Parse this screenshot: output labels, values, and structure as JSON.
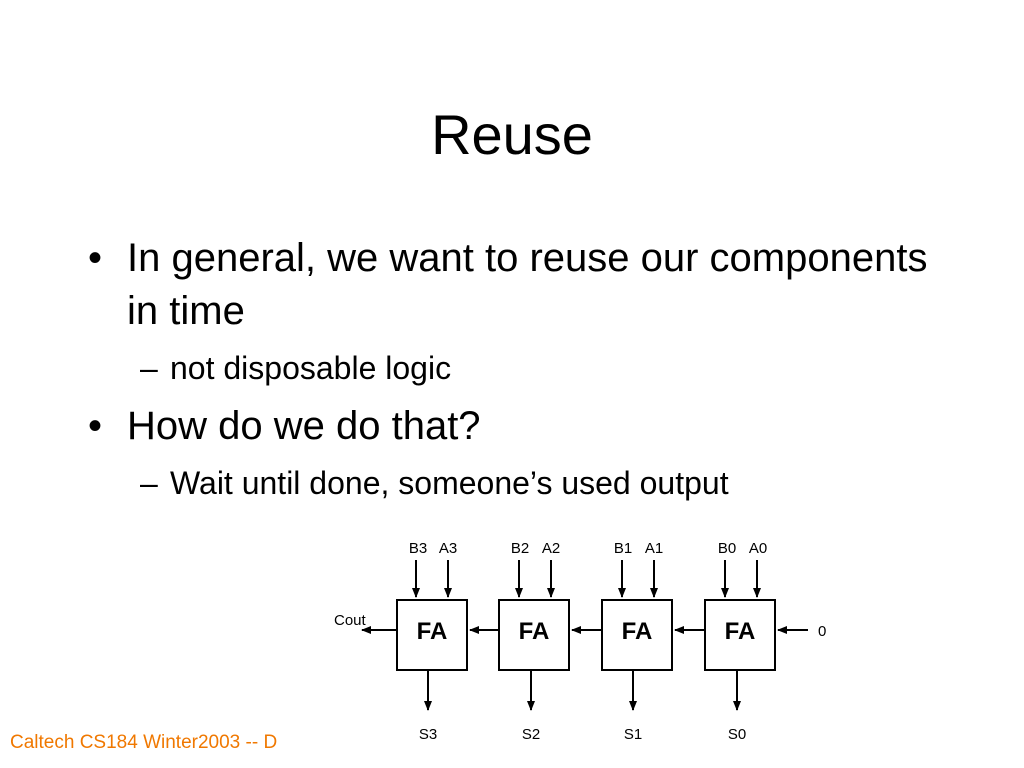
{
  "slide": {
    "title": "Reuse",
    "bullets": [
      {
        "text": "In general, we want to reuse our components in time",
        "sub": [
          "not disposable logic"
        ]
      },
      {
        "text": "How do we do that?",
        "sub": [
          "Wait until done, someone’s used output"
        ]
      }
    ],
    "footer": "Caltech CS184 Winter2003 -- D"
  },
  "diagram": {
    "adders": [
      {
        "label": "FA",
        "b": "B3",
        "a": "A3",
        "sum": "S3"
      },
      {
        "label": "FA",
        "b": "B2",
        "a": "A2",
        "sum": "S2"
      },
      {
        "label": "FA",
        "b": "B1",
        "a": "A1",
        "sum": "S1"
      },
      {
        "label": "FA",
        "b": "B0",
        "a": "A0",
        "sum": "S0"
      }
    ],
    "carry_out_label": "Cout",
    "carry_in_label": "0"
  }
}
